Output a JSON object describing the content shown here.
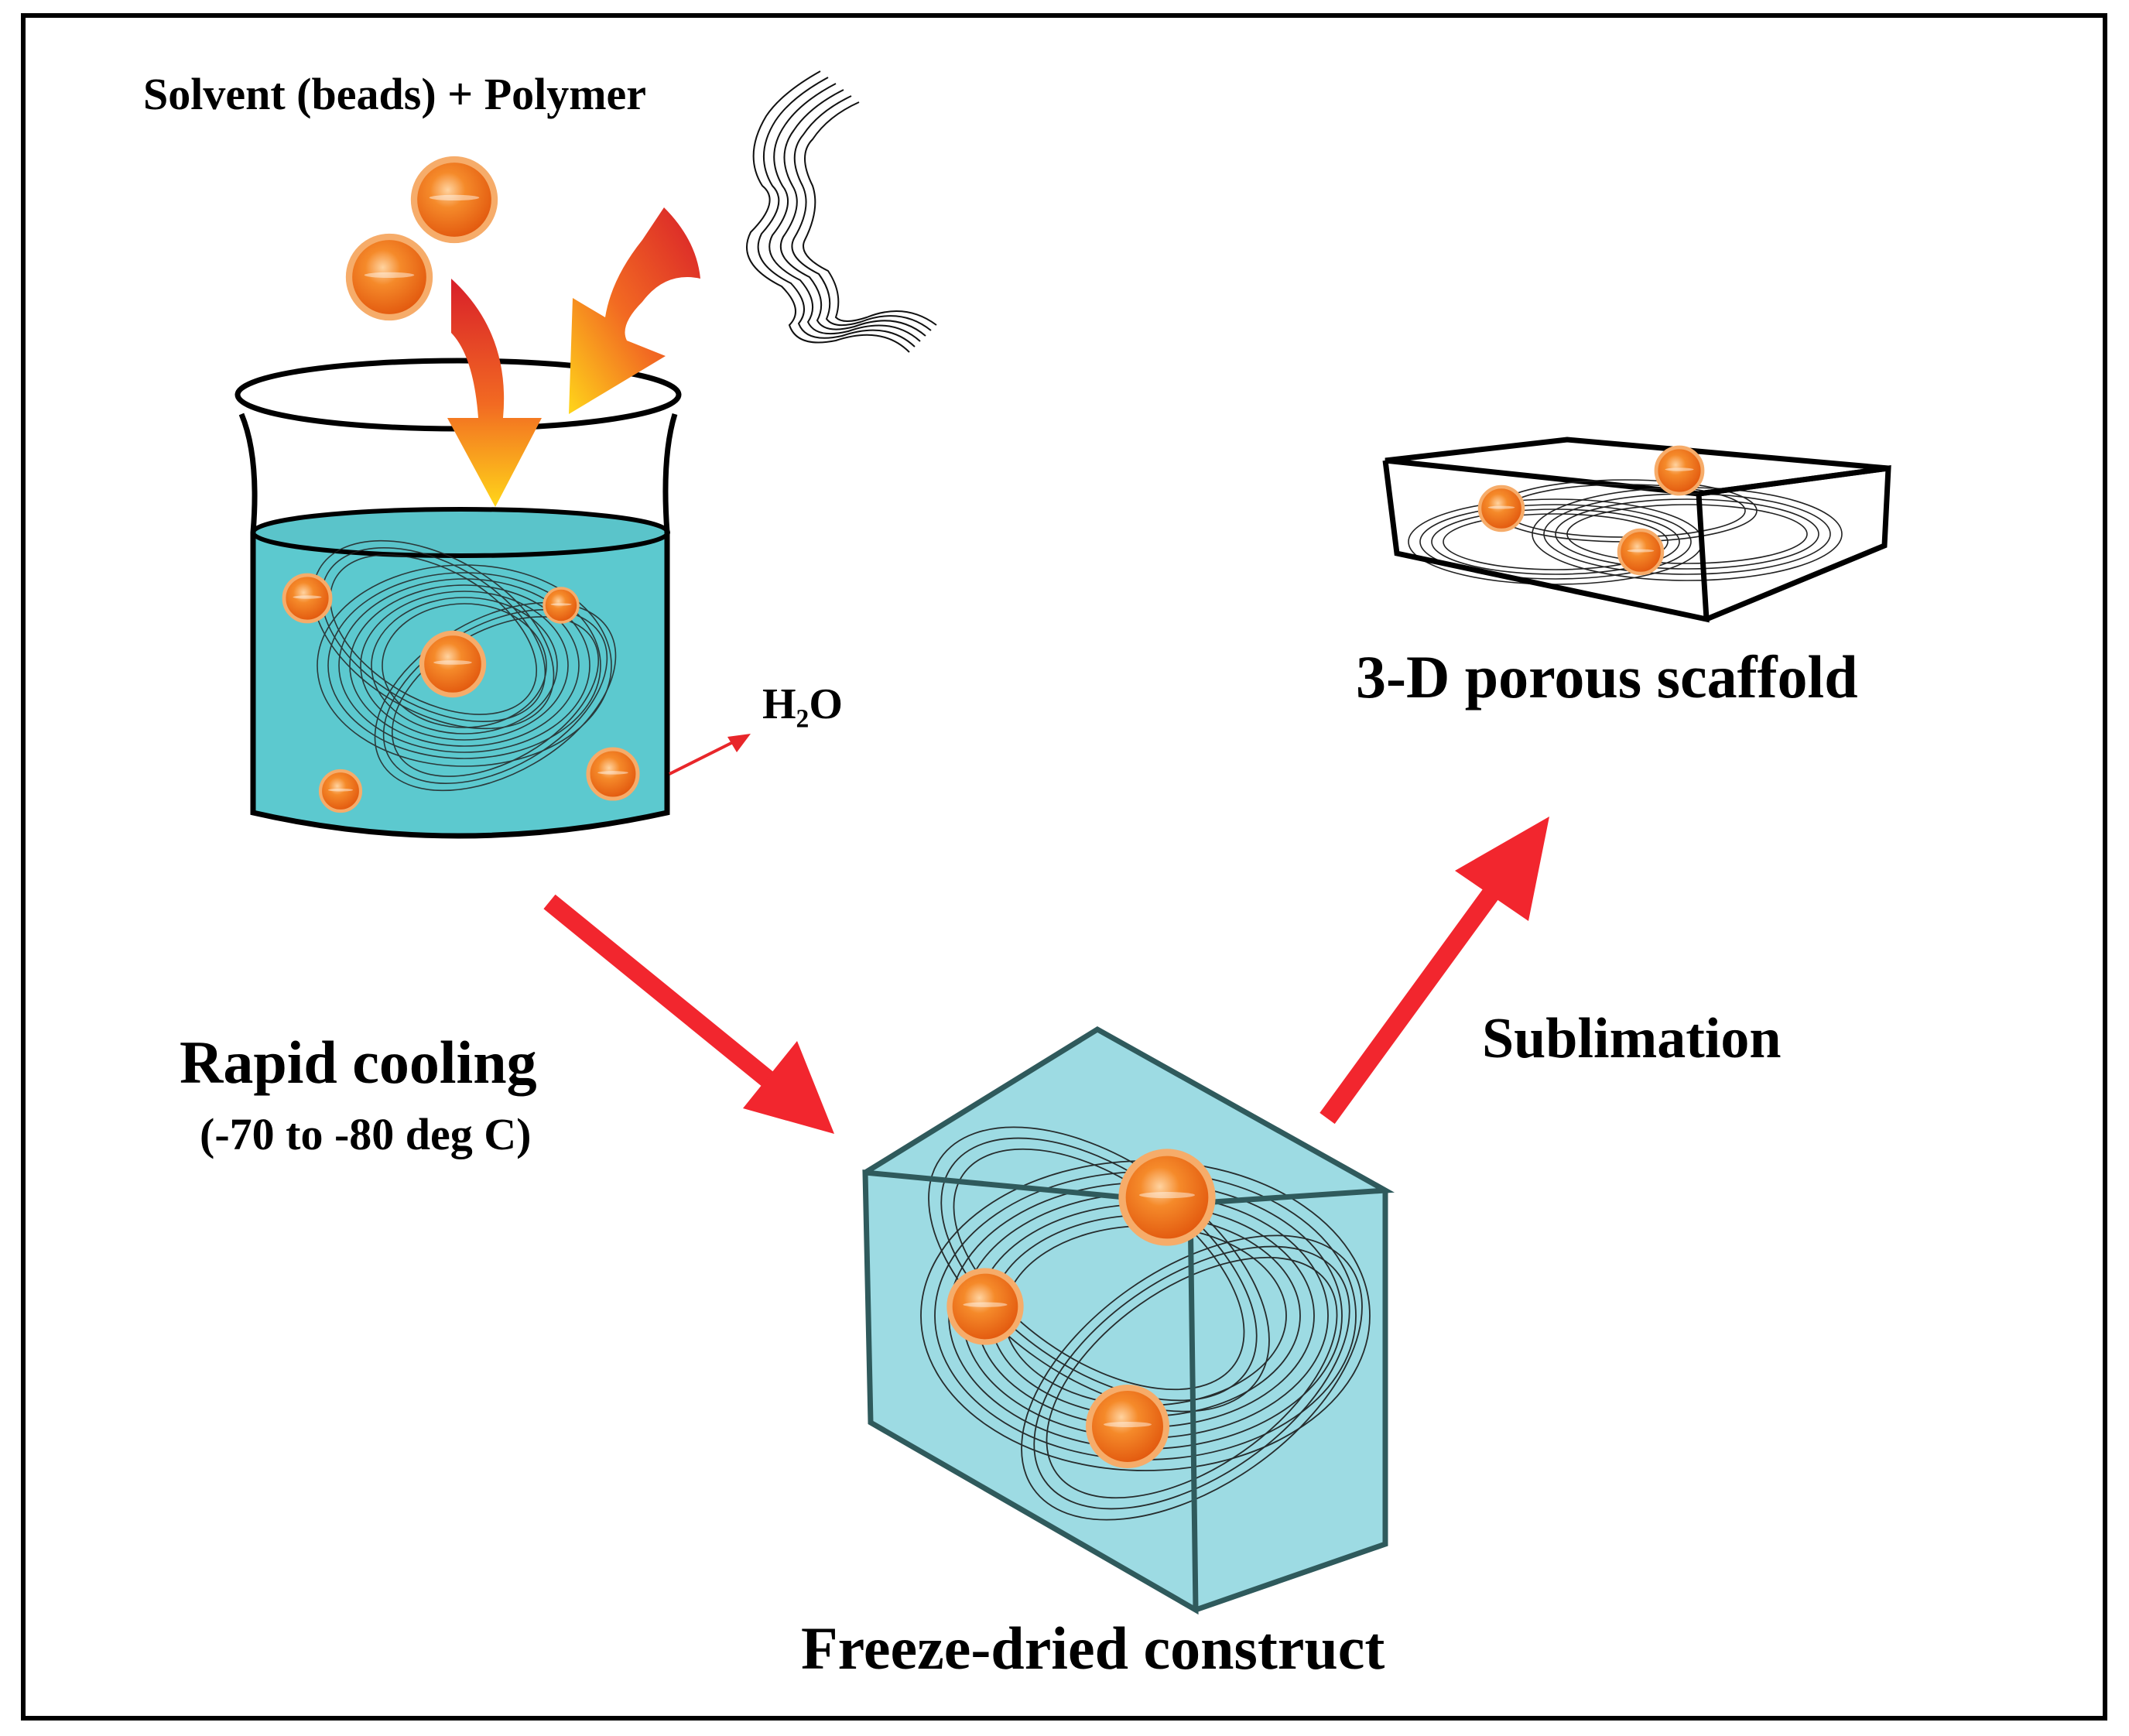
{
  "labels": {
    "inputs": "Solvent (beads) + Polymer",
    "water": "H₂O",
    "scaffold": "3-D porous scaffold",
    "cooling": "Rapid cooling",
    "temperature": "(-70 to -80 deg C)",
    "sublimation": "Sublimation",
    "construct": "Freeze-dried construct"
  },
  "colors": {
    "water": "#5cc9cf",
    "ice_block": "#9ddbe3",
    "bead_orange": "#f07a1c",
    "bead_rim": "#f4a25a",
    "process_arrow": "#f2262e",
    "pour_arrow_top": "#e8262a",
    "pour_arrow_bottom": "#ffd21a",
    "outline": "#000000"
  },
  "icons": {
    "beaker": "beaker-icon",
    "bead": "bead-icon",
    "polymer": "polymer-ribbon-icon",
    "block": "frozen-block-icon",
    "scaffold": "porous-scaffold-icon"
  }
}
